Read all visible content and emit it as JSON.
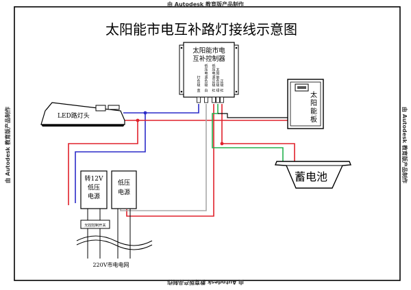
{
  "title": "太阳能市电互补路灯接线示意图",
  "watermark": "由 Autodesk 教育版产品制作",
  "controller": {
    "label_line1": "太阳能市电",
    "label_line2": "互补控制器",
    "terminals": [
      {
        "chars": [
          "灯",
          "负",
          "极"
        ]
      },
      {
        "chars": [
          "低",
          "压",
          "电",
          "源",
          "负",
          "极"
        ]
      },
      {
        "chars": [
          "低",
          "压",
          "电",
          "源",
          "正",
          "极"
        ]
      },
      {
        "chars": [
          "太",
          "阳",
          "能",
          "负",
          "极"
        ]
      },
      {
        "chars": [
          "正",
          "极"
        ]
      }
    ],
    "terminal_colors": [
      {
        "chars": [
          "蓝"
        ]
      },
      {
        "chars": [
          "白"
        ]
      },
      {
        "chars": [
          "红"
        ]
      },
      {
        "chars": [
          "绿"
        ]
      },
      {
        "chars": [
          "红"
        ]
      }
    ]
  },
  "led_lamp": {
    "label": "LED路灯头"
  },
  "solar_panel": {
    "chars": [
      "太",
      "阳",
      "能",
      "板"
    ]
  },
  "battery": {
    "label": "蓄电池"
  },
  "power12v": {
    "line1": "转12V",
    "line2": "低压",
    "line3": "电源"
  },
  "lowpower": {
    "line1": "低压",
    "line2": "电源"
  },
  "light_switch": {
    "label": "光控控制开关"
  },
  "grid": {
    "label": "220V市电电网"
  },
  "colors": {
    "red": "#e0202a",
    "blue": "#2a2ac8",
    "green": "#22b14c",
    "gray": "#a8a8a8",
    "frame": "#000000"
  }
}
